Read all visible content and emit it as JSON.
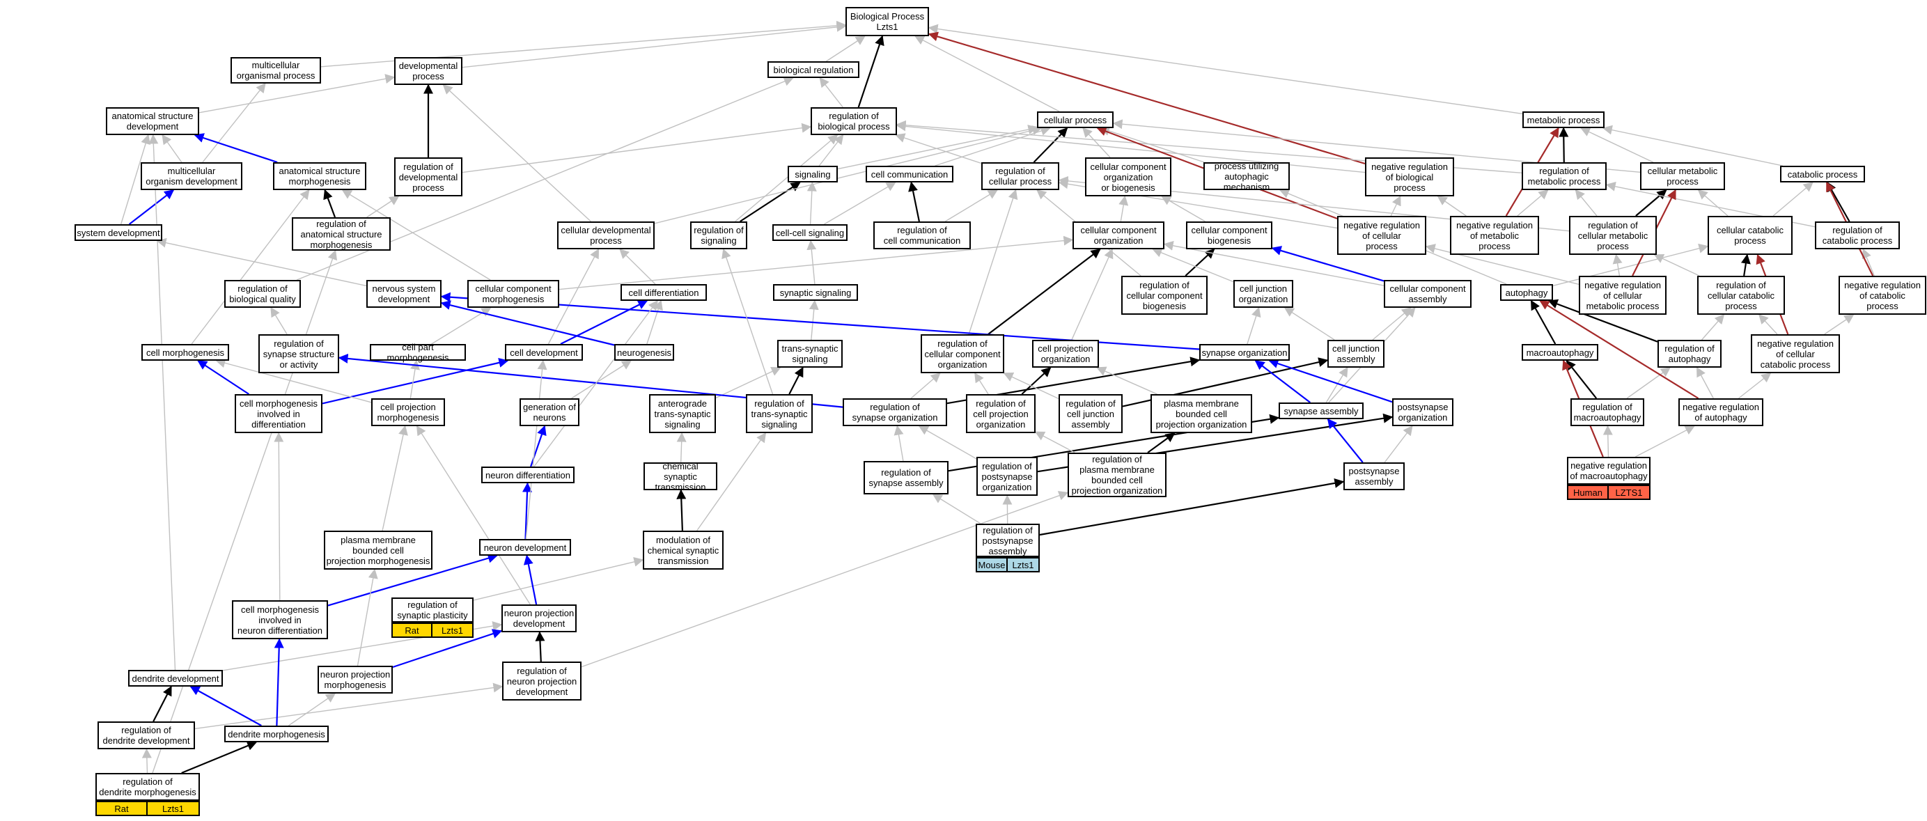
{
  "colors": {
    "gray": "#c0c0c0",
    "black": "#000000",
    "blue": "#0000ff",
    "red": "#a52a2a",
    "rat": "#ffd700",
    "human": "#ff6347",
    "mouse": "#add8e6"
  },
  "nodes": {
    "bp": {
      "label": "Biological Process\nLzts1"
    },
    "mop": {
      "label": "multicellular\norganismal process"
    },
    "devp": {
      "label": "developmental\nprocess"
    },
    "breg": {
      "label": "biological regulation"
    },
    "asd": {
      "label": "anatomical structure\ndevelopment"
    },
    "rbp": {
      "label": "regulation of\nbiological process"
    },
    "cellp": {
      "label": "cellular process"
    },
    "metp": {
      "label": "metabolic process"
    },
    "mod": {
      "label": "multicellular\norganism development"
    },
    "asm": {
      "label": "anatomical structure\nmorphogenesis"
    },
    "rdev": {
      "label": "regulation of\ndevelopmental\nprocess"
    },
    "sig": {
      "label": "signaling"
    },
    "ccomm": {
      "label": "cell communication"
    },
    "rcp": {
      "label": "regulation of\ncellular process"
    },
    "ccob": {
      "label": "cellular component\norganization\nor biogenesis"
    },
    "puam": {
      "label": "process utilizing\nautophagic mechanism"
    },
    "nrbp": {
      "label": "negative regulation\nof biological\nprocess"
    },
    "rmp": {
      "label": "regulation of\nmetabolic process"
    },
    "cmp": {
      "label": "cellular metabolic\nprocess"
    },
    "catp": {
      "label": "catabolic process"
    },
    "sysd": {
      "label": "system development"
    },
    "rasm": {
      "label": "regulation of\nanatomical structure\nmorphogenesis"
    },
    "cdp": {
      "label": "cellular developmental\nprocess"
    },
    "rsig": {
      "label": "regulation of\nsignaling"
    },
    "ccs": {
      "label": "cell-cell signaling"
    },
    "rcc": {
      "label": "regulation of\ncell communication"
    },
    "cco": {
      "label": "cellular component\norganization"
    },
    "ccb": {
      "label": "cellular component\nbiogenesis"
    },
    "nrcp": {
      "label": "negative regulation\nof cellular\nprocess"
    },
    "nrmp": {
      "label": "negative regulation\nof metabolic\nprocess"
    },
    "rcmp": {
      "label": "regulation of\ncellular metabolic\nprocess"
    },
    "ccatp": {
      "label": "cellular catabolic\nprocess"
    },
    "rcatp": {
      "label": "regulation of\ncatabolic process"
    },
    "rbq": {
      "label": "regulation of\nbiological quality"
    },
    "nsd": {
      "label": "nervous system\ndevelopment"
    },
    "ccm": {
      "label": "cellular component\nmorphogenesis"
    },
    "cdiff": {
      "label": "cell differentiation"
    },
    "synsig": {
      "label": "synaptic signaling"
    },
    "rccb": {
      "label": "regulation of\ncellular component\nbiogenesis"
    },
    "cjo": {
      "label": "cell junction\norganization"
    },
    "cca": {
      "label": "cellular component\nassembly"
    },
    "autoph": {
      "label": "autophagy"
    },
    "nrcmp": {
      "label": "negative regulation\nof cellular\nmetabolic process"
    },
    "rccatp": {
      "label": "regulation of\ncellular catabolic\nprocess"
    },
    "nrcatp": {
      "label": "negative regulation\nof catabolic\nprocess"
    },
    "cmorph": {
      "label": "cell morphogenesis"
    },
    "rssa": {
      "label": "regulation of\nsynapse structure\nor activity"
    },
    "cpm": {
      "label": "cell part morphogenesis"
    },
    "celld": {
      "label": "cell development"
    },
    "neurog": {
      "label": "neurogenesis"
    },
    "tss": {
      "label": "trans-synaptic\nsignaling"
    },
    "rcco": {
      "label": "regulation of\ncellular component\norganization"
    },
    "cproj": {
      "label": "cell projection\norganization"
    },
    "synorg": {
      "label": "synapse organization"
    },
    "cja": {
      "label": "cell junction\nassembly"
    },
    "macro": {
      "label": "macroautophagy"
    },
    "raut": {
      "label": "regulation of\nautophagy"
    },
    "nrccatp": {
      "label": "negative regulation\nof cellular\ncatabolic process"
    },
    "cmid": {
      "label": "cell morphogenesis\ninvolved in\ndifferentiation"
    },
    "cprojm": {
      "label": "cell projection\nmorphogenesis"
    },
    "gon": {
      "label": "generation of\nneurons"
    },
    "atss": {
      "label": "anterograde\ntrans-synaptic\nsignaling"
    },
    "rtss": {
      "label": "regulation of\ntrans-synaptic\nsignaling"
    },
    "rso": {
      "label": "regulation of\nsynapse organization"
    },
    "rcpo": {
      "label": "regulation of\ncell projection\norganization"
    },
    "rcja": {
      "label": "regulation of\ncell junction\nassembly"
    },
    "pmbcpo": {
      "label": "plasma membrane\nbounded cell\nprojection organization"
    },
    "syna": {
      "label": "synapse assembly"
    },
    "pso": {
      "label": "postsynapse\norganization"
    },
    "rmacro": {
      "label": "regulation of\nmacroautophagy"
    },
    "nraut": {
      "label": "negative regulation\nof autophagy"
    },
    "nd": {
      "label": "neuron differentiation"
    },
    "cst": {
      "label": "chemical synaptic\ntransmission"
    },
    "rsa": {
      "label": "regulation of\nsynapse assembly"
    },
    "rpso": {
      "label": "regulation of\npostsynapse\norganization"
    },
    "rpmbcpo": {
      "label": "regulation of\nplasma membrane\nbounded cell\nprojection organization"
    },
    "psa": {
      "label": "postsynapse\nassembly"
    },
    "nrmacro": {
      "label": "negative regulation\nof macroautophagy"
    },
    "pmbcpm": {
      "label": "plasma membrane\nbounded cell\nprojection morphogenesis"
    },
    "ndev": {
      "label": "neuron development"
    },
    "mcst": {
      "label": "modulation of\nchemical synaptic\ntransmission"
    },
    "rpsa": {
      "label": "regulation of\npostsynapse\nassembly"
    },
    "cmind": {
      "label": "cell morphogenesis\ninvolved in\nneuron differentiation"
    },
    "rsp": {
      "label": "regulation of\nsynaptic plasticity"
    },
    "npd": {
      "label": "neuron projection\ndevelopment"
    },
    "dd": {
      "label": "dendrite development"
    },
    "npm": {
      "label": "neuron projection\nmorphogenesis"
    },
    "rnpd": {
      "label": "regulation of\nneuron projection\ndevelopment"
    },
    "rdd": {
      "label": "regulation of\ndendrite development"
    },
    "dm": {
      "label": "dendrite morphogenesis"
    },
    "rdm": {
      "label": "regulation of\ndendrite morphogenesis"
    }
  },
  "tags": {
    "rsp": {
      "species": "Rat",
      "gene": "Lzts1"
    },
    "rdm": {
      "species": "Rat",
      "gene": "Lzts1"
    },
    "nrmacro": {
      "species": "Human",
      "gene": "LZTS1"
    },
    "rpsa": {
      "species": "Mouse",
      "gene": "Lzts1"
    }
  }
}
